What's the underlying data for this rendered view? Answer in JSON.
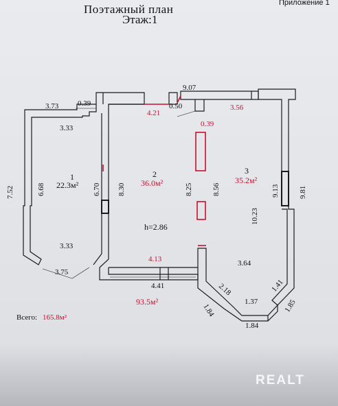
{
  "header": {
    "title": "Поэтажный план",
    "floor": "Этаж:1",
    "appendix": "Приложение 1"
  },
  "rooms": [
    {
      "number": "1",
      "area": "22.3м²"
    },
    {
      "number": "2",
      "area": "36.0м²"
    },
    {
      "number": "3",
      "area": "35.2м²"
    }
  ],
  "dimensions": {
    "d373": "3.73",
    "d039a": "0.39",
    "d333a": "3.33",
    "d752": "7.52",
    "d668": "6.68",
    "d670": "6.70",
    "d830": "8.30",
    "d333b": "3.33",
    "d375": "3.75",
    "d421": "4.21",
    "d907": "9.07",
    "d050": "0.50",
    "d356": "3.56",
    "d039b": "0.39",
    "d825": "8.25",
    "d856": "8.56",
    "d913": "9.13",
    "d981": "9.81",
    "d1023": "10.23",
    "d413": "4.13",
    "d441": "4.41",
    "d364": "3.64",
    "d218": "2.18",
    "d141": "1.41",
    "d137": "1.37",
    "d185": "1.85",
    "d184a": "1.84",
    "d184b": "1.84"
  },
  "height_label": "h=2.86",
  "floor_area": "93.5м²",
  "total": {
    "label": "Всего:",
    "value": "165.8м²"
  },
  "watermark": "REALT",
  "colors": {
    "wall": "#1a1a1a",
    "accent": "#c8102e",
    "paper": "#e6e8ec"
  }
}
